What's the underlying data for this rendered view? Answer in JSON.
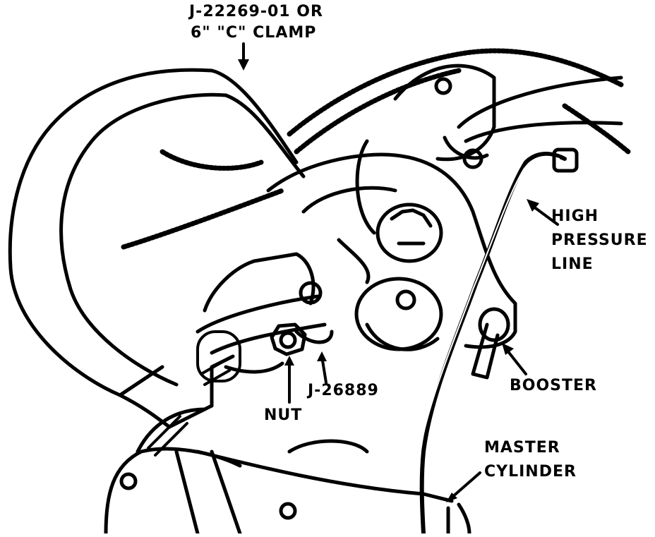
{
  "labels": {
    "clamp_line1": "J-22269-01 OR",
    "clamp_line2": "6\" \"C\" CLAMP",
    "high_pressure_line1": "HIGH",
    "high_pressure_line2": "PRESSURE",
    "high_pressure_line3": "LINE",
    "booster": "BOOSTER",
    "tool": "J-26889",
    "nut": "NUT",
    "master_line1": "MASTER",
    "master_line2": "CYLINDER"
  },
  "colors": {
    "ink": "#000000",
    "paper": "#ffffff"
  }
}
